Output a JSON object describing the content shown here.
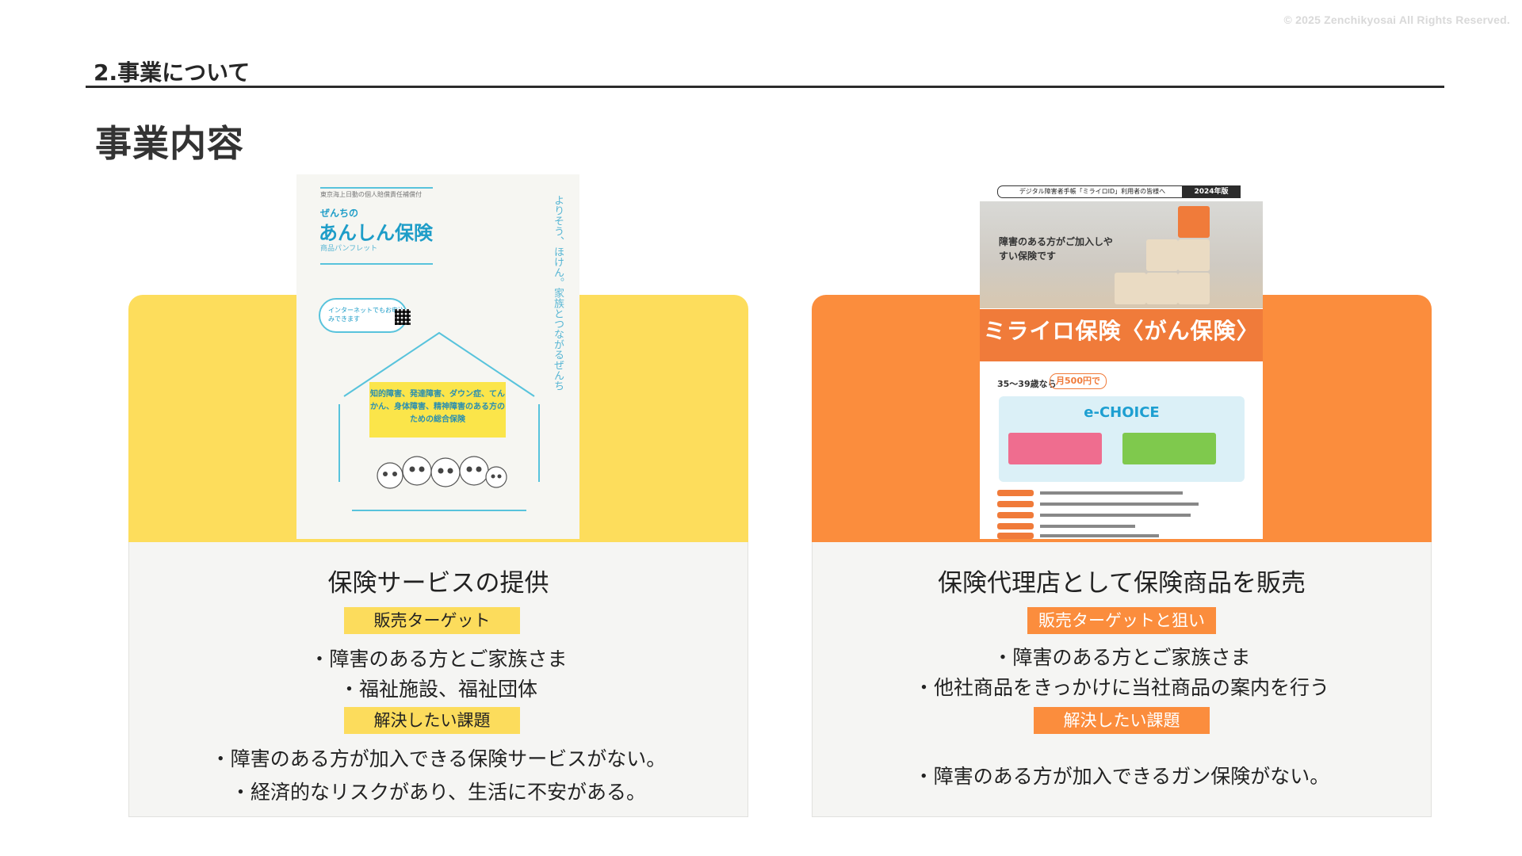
{
  "copyright": "© 2025 Zenchikyosai All Rights Reserved.",
  "section_title": "2.事業について",
  "page_title": "事業内容",
  "left_card": {
    "heading": "保険サービスの提供",
    "tag_target": "販売ターゲット",
    "targets": [
      "・障害のある方とご家族さま",
      "・福祉施設、福祉団体"
    ],
    "tag_issue": "解決したい課題",
    "issues": [
      "・障害のある方が加入できる保険サービスがない。",
      "・経済的なリスクがあり、生活に不安がある。"
    ],
    "color": "#fddd5c",
    "brochure": {
      "top_text": "東京海上日動の個人賠償責任補償付",
      "subtitle": "ぜんちの",
      "name": "あんしん保険",
      "small": "商品パンフレット",
      "vertical": "よりそう、ほけん。家族とつながるぜんち",
      "bubble": "インターネットでもお申込みできます",
      "yellow_text": "知的障害、発達障害、ダウン症、てんかん、身体障害、精神障害のある方のための総合保険"
    }
  },
  "right_card": {
    "heading": "保険代理店として保険商品を販売",
    "tag_target": "販売ターゲットと狙い",
    "targets": [
      "・障害のある方とご家族さま",
      "・他社商品をきっかけに当社商品の案内を行う"
    ],
    "tag_issue": "解決したい課題",
    "issues": [
      "・障害のある方が加入できるガン保険がない。"
    ],
    "color": "#fb8d3d",
    "brochure": {
      "head": "デジタル障害者手帳「ミライロID」利用者の皆様へ",
      "year": "2024年版",
      "photo_text": "障害のある方がご加入しやすい保険です",
      "band_title": "ミライロ保険〈がん保険〉",
      "price_age": "35～39歳なら",
      "price": "月500円で",
      "choice": "e-CHOICE"
    }
  }
}
